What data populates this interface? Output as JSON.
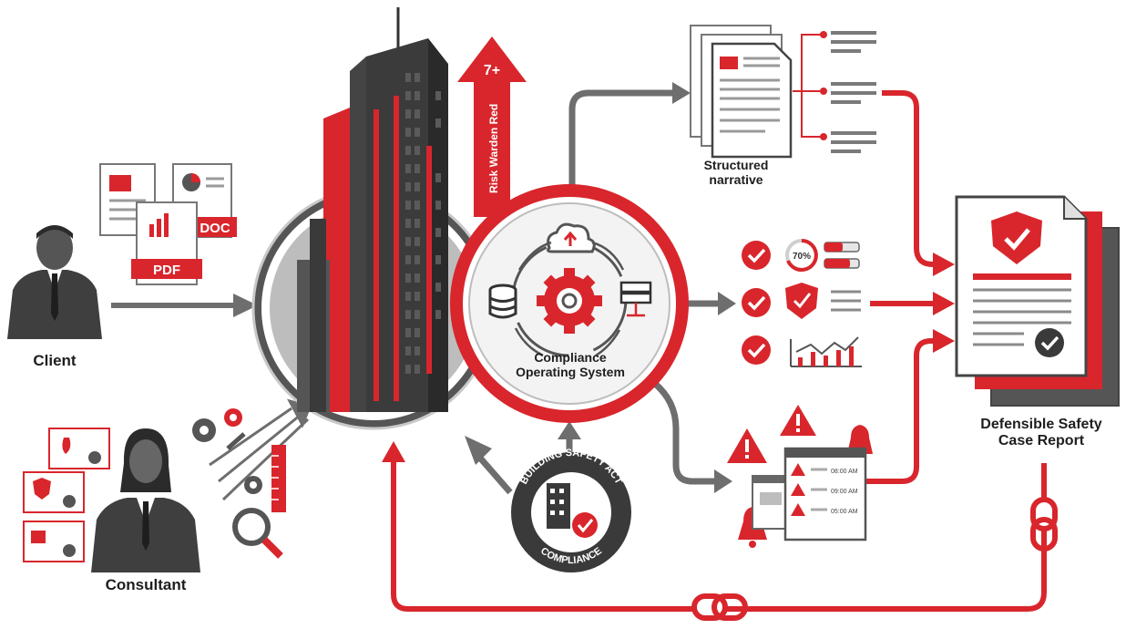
{
  "nodes": {
    "client": "Client",
    "consultant": "Consultant",
    "structured_narrative_line1": "Structured",
    "structured_narrative_line2": "narrative",
    "report_line1": "Defensible Safety",
    "report_line2": "Case Report",
    "cos_line1": "Compliance",
    "cos_line2": "Operating System"
  },
  "documents": {
    "pdf": "PDF",
    "doc": "DOC"
  },
  "risk_arrow": {
    "label": "Risk Warden Red",
    "badge": "7+"
  },
  "badge": {
    "top": "BUILDING SAFETY ACT",
    "bottom": "COMPLIANCE"
  },
  "metrics": {
    "percent": "70%"
  },
  "alerts": {
    "times": [
      "08:00 AM",
      "09:00 AM",
      "05:00 AM"
    ]
  },
  "colors": {
    "red": "#d8262c",
    "dark": "#3a3a3a",
    "grey": "#6e6e6e",
    "light_grey": "#c9c9c9"
  }
}
